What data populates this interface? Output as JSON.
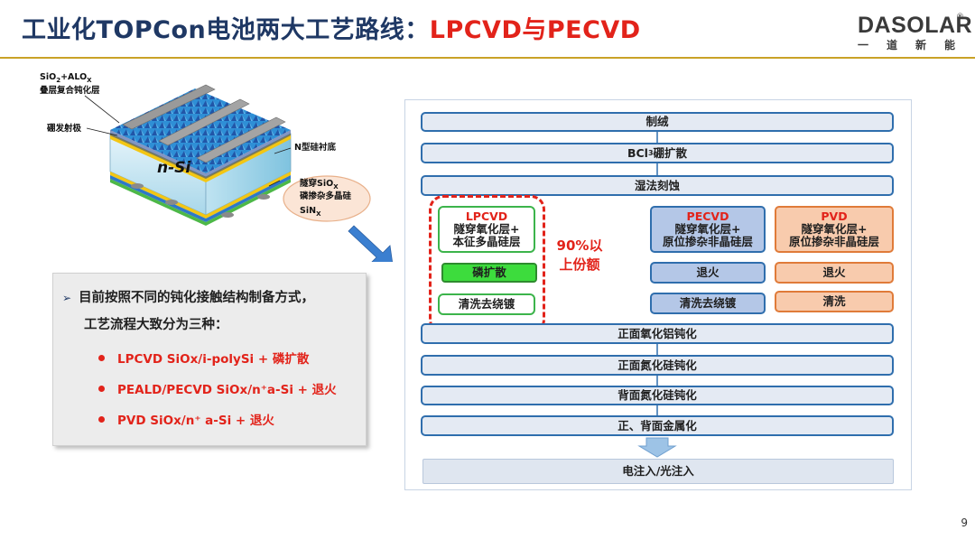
{
  "header": {
    "title_main": "工业化TOPCon电池两大工艺路线：",
    "title_accent": "LPCVD与PECVD",
    "logo_word": "DASOLAR",
    "logo_reg": "®",
    "logo_cn": [
      "一",
      "道",
      "新",
      "能"
    ]
  },
  "illustration": {
    "passivation_label_1": "SiO",
    "passivation_label_2": "+ALO",
    "passivation_label_3": "叠层复合钝化层",
    "emitter_label": "硼发射极",
    "substrate_label": "N型硅衬底",
    "body_label": "n-Si",
    "tunnel_label": "隧穿SiO",
    "poly_label": "磷掺杂多晶硅",
    "sinx_label": "SiN",
    "sub_2": "2",
    "sub_x": "X"
  },
  "info": {
    "intro_arrow": "➢",
    "intro_line1": "目前按照不同的钝化接触结构制备方式，",
    "intro_line2": "工艺流程大致分为三种：",
    "methods": [
      "LPCVD SiOx/i-polySi + 磷扩散",
      "PEALD/PECVD SiOx/n⁺a-Si + 退火",
      "PVD SiOx/n⁺ a-Si + 退火"
    ]
  },
  "flow": {
    "steps_top": [
      "制绒",
      "BCl",
      "硼扩散",
      "湿法刻蚀"
    ],
    "bcl_sub": "3",
    "lpcvd": {
      "title": "LPCVD",
      "line1": "隧穿氧化层+",
      "line2": "本征多晶硅层",
      "step2": "磷扩散",
      "step3": "清洗去绕镀"
    },
    "pecvd": {
      "title": "PECVD",
      "line1": "隧穿氧化层+",
      "line2": "原位掺杂非晶硅层",
      "step2": "退火",
      "step3": "清洗去绕镀"
    },
    "pvd": {
      "title": "PVD",
      "line1": "隧穿氧化层+",
      "line2": "原位掺杂非晶硅层",
      "step2": "退火",
      "step3": "清洗"
    },
    "share_line1": "90%以",
    "share_line2": "上份额",
    "steps_bottom": [
      "正面氧化铝钝化",
      "正面氮化硅钝化",
      "背面氮化硅钝化",
      "正、背面金属化"
    ],
    "final": "电注入/光注入"
  },
  "page": {
    "number": "9"
  },
  "colors": {
    "title_navy": "#1f3864",
    "accent_red": "#e2231a",
    "rule_gold": "#c9a227",
    "step_border_blue": "#2f6ead",
    "lpcvd_green": "#3cb44b",
    "pecvd_blue": "#b4c7e7",
    "pvd_orange": "#f8cbad"
  }
}
